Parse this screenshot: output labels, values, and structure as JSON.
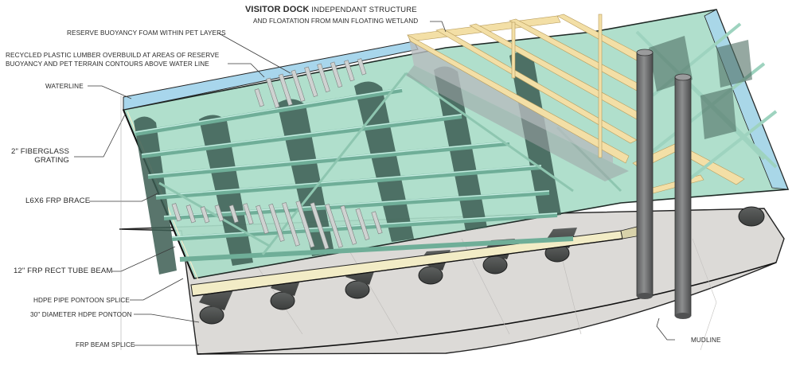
{
  "diagram": {
    "title": "Floating wetland with visitor dock - isometric section",
    "colors": {
      "grating": "#a9dcc8",
      "grating_edge": "#2f3b36",
      "waterline": "#a8d6ec",
      "pontoon": "#4a4d4c",
      "mudline_plane": "#d9d7d4",
      "visitor_dock_frame": "#f3dfa6",
      "plastic_lumber": "#c9cccb",
      "brace": "#8ec6b0",
      "piling": "#6b6c6d"
    },
    "labels": {
      "visitor_dock_title": "VISITOR DOCK",
      "visitor_dock_line1": "INDEPENDANT STRUCTURE",
      "visitor_dock_line2": "AND FLOATATION FROM MAIN FLOATING WETLAND",
      "reserve_buoyancy": "RESERVE BUOYANCY FOAM WITHIN PET LAYERS",
      "recycled_lumber_line1": "RECYCLED PLASTIC LUMBER OVERBUILD AT AREAS OF RESERVE",
      "recycled_lumber_line2": "BUOYANCY AND PET TERRAIN CONTOURS ABOVE WATER LINE",
      "waterline": "WATERLINE",
      "grating_line1": "2\" FIBERGLASS",
      "grating_line2": "GRATING",
      "brace": "L6X6 FRP BRACE",
      "tube_beam": "12\" FRP RECT TUBE BEAM",
      "pontoon_splice": "HDPE PIPE PONTOON SPLICE",
      "pontoon": "30\" DIAMETER HDPE PONTOON",
      "beam_splice": "FRP BEAM SPLICE",
      "mudline": "MUDLINE"
    }
  }
}
